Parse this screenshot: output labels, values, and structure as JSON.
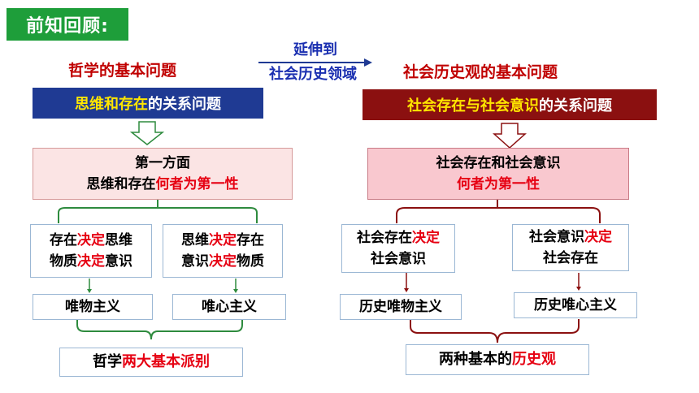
{
  "badge": "前知回顾:",
  "left": {
    "title": "哲学的基本问题",
    "bar": {
      "part1": "思维和存在",
      "part2": "的关系问题"
    },
    "top_box": {
      "line1": "第一方面",
      "line2_plain": "思维和存在",
      "line2_red": "何者为第一性"
    },
    "box_a": {
      "l1a": "存在",
      "l1b": "决定",
      "l1c": "思维",
      "l2a": "物质",
      "l2b": "决定",
      "l2c": "意识"
    },
    "box_b": {
      "l1a": "思维",
      "l1b": "决定",
      "l1c": "存在",
      "l2a": "意识",
      "l2b": "决定",
      "l2c": "物质"
    },
    "result_a": "唯物主义",
    "result_b": "唯心主义",
    "bottom": {
      "plain": "哲学",
      "red": "两大基本派别"
    }
  },
  "extension": {
    "line1": "延伸到",
    "line2": "社会历史领域"
  },
  "right": {
    "title": "社会历史观的基本问题",
    "bar": {
      "part1": "社会存在与社会意识",
      "part2": "的关系问题"
    },
    "top_box": {
      "line1": "社会存在和社会意识",
      "line2_red": "何者为第一性"
    },
    "box_a": {
      "l1a": "社会存在",
      "l1b": "决定",
      "l2": "社会意识"
    },
    "box_b": {
      "l1a": "社会意识",
      "l1b": "决定",
      "l2": "社会存在"
    },
    "result_a": "历史唯物主义",
    "result_b": "历史唯心主义",
    "bottom": {
      "plain": "两种基本的",
      "red": "历史观"
    }
  }
}
